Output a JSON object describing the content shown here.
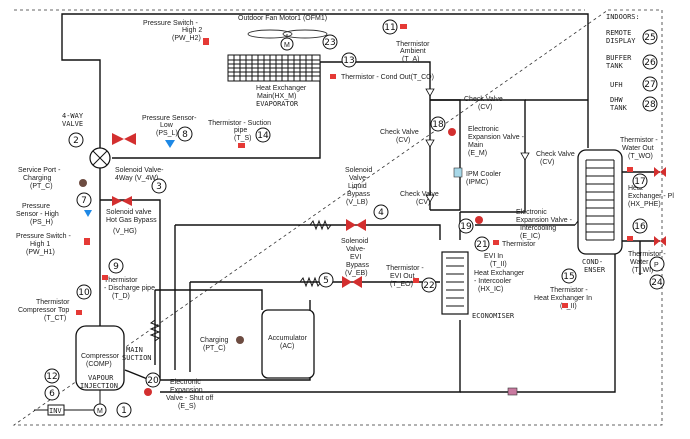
{
  "colors": {
    "sensor_red": "#e53935",
    "valve_red": "#d32f2f",
    "sensor_blue": "#1e88e5",
    "pipe": "#111111",
    "pink": "#f4b6c2",
    "brown": "#6d4c41"
  },
  "icons": {
    "fan": "fan-icon",
    "motor": "motor-m-icon",
    "valve": "bowtie-valve-icon",
    "sensor": "red-square-sensor-icon",
    "check": "check-valve-icon"
  },
  "components": {
    "ofm": {
      "label": "Outdoor Fan Motor1 (OFM1)",
      "num": "23"
    },
    "hxm": {
      "label1": "Heat Exchanger",
      "label2": "Main(HX_M)",
      "hand": "EVAPORATOR",
      "num": "13"
    },
    "ps_h2": {
      "label1": "Pressure Switch -",
      "label2": "High 2",
      "label3": "(PW_H2)"
    },
    "t_a": {
      "label1": "Thermistor",
      "label2": "Ambient",
      "label3": "(T_A)",
      "num": "11"
    },
    "t_co": {
      "label": "Thermistor - Cond Out(T_CO)"
    },
    "four_way": {
      "hand1": "4-WAY",
      "hand2": "VALVE",
      "num": "2"
    },
    "ps_l": {
      "label1": "Pressure Sensor-",
      "label2": "Low",
      "label3": "(PS_L)",
      "num": "8"
    },
    "t_s": {
      "label1": "Thermistor - Suction",
      "label2": "pipe",
      "label3": "(T_S)",
      "num": "14"
    },
    "svc": {
      "label1": "Service Port -",
      "label2": "Charging",
      "label3": "(PT_C)"
    },
    "v4w": {
      "label1": "Solenoid Valve-",
      "label2": "4Way (V_4W)",
      "num": "3"
    },
    "ps_h": {
      "label1": "Pressure",
      "label2": "Sensor - High",
      "label3": "(PS_H)",
      "num": "7"
    },
    "vhg": {
      "label1": "Solenoid valve",
      "label2": "Hot Gas Bypass",
      "label3": "(V_HG)"
    },
    "pw_h1": {
      "label1": "Pressure Switch -",
      "label2": "High 1",
      "label3": "(PW_H1)"
    },
    "t_d": {
      "label1": "Thermistor",
      "label2": "- Discharge pipe",
      "label3": "(T_D)",
      "num": "9"
    },
    "t_ct": {
      "label1": "Thermistor",
      "label2": "Compressor Top",
      "label3": "(T_CT)",
      "num": "10"
    },
    "comp": {
      "label1": "Compressor",
      "label2": "(COMP)",
      "hand1": "VAPOUR",
      "hand2": "INJECTION",
      "motor": "M",
      "num": "1"
    },
    "inv": {
      "label": "INV",
      "num1": "12",
      "num2": "6"
    },
    "main_suction": {
      "hand1": "MAIN",
      "hand2": "SUCTION"
    },
    "charging": {
      "label1": "Charging",
      "label2": "(PT_C)"
    },
    "acc": {
      "label1": "Accumulator",
      "label2": "(AC)"
    },
    "e_s": {
      "label1": "Electronic",
      "label2": "Expansion",
      "label3": "Valve - Shut off",
      "label4": "(E_S)",
      "num": "20"
    },
    "v_lb": {
      "label1": "Solenoid",
      "label2": "Valve-",
      "label3": "Liquid",
      "label4": "Bypass",
      "label5": "(V_LB)",
      "num": "4"
    },
    "v_eb": {
      "label1": "Solenoid",
      "label2": "Valve-",
      "label3": "EVI",
      "label4": "Bypass",
      "label5": "(V_EB)",
      "num": "5"
    },
    "t_eo": {
      "label1": "Thermistor -",
      "label2": "EVI Out",
      "label3": "(T_EO)",
      "num": "22"
    },
    "cv_top": {
      "label1": "Check Valve",
      "label2": "(CV)"
    },
    "cv_left": {
      "label1": "Check Valve",
      "label2": "(CV)"
    },
    "cv_right": {
      "label1": "Check Valve",
      "label2": "(CV)"
    },
    "cv_low": {
      "label1": "Check Valve",
      "label2": "(CV)"
    },
    "e_m": {
      "label1": "Electronic",
      "label2": "Expansion Valve -",
      "label3": "Main",
      "label4": "(E_M)",
      "num": "18"
    },
    "ipmc": {
      "label1": "IPM Cooler",
      "label2": "(IPMC)"
    },
    "e_ic": {
      "label1": "Electronic",
      "label2": "Expansion Valve -",
      "label3": "Intercooling",
      "label4": "(E_IC)",
      "num": "19"
    },
    "t_ii": {
      "label1": "Thermistor",
      "label2": "EVI In",
      "label3": "(T_II)",
      "num": "21"
    },
    "hx_ic": {
      "label1": "Heat Exchanger",
      "label2": "- Intercooler",
      "label3": "(HX_IC)",
      "hand": "ECONOMISER"
    },
    "t_hi": {
      "label1": "Thermistor -",
      "label2": "Heat Exchanger In",
      "label3": "(T_II)",
      "num": "15"
    },
    "hx_phe": {
      "label1": "Heat",
      "label2": "Exchanger - Pl",
      "label3": "(HX_PHE)",
      "hand1": "COND-",
      "hand2": "ENSER"
    },
    "t_wo": {
      "label1": "Thermistor -",
      "label2": "Water Out",
      "label3": "(T_WO)",
      "num": "17"
    },
    "t_wi": {
      "label1": "Thermistor -",
      "label2": "Water In",
      "label3": "(T_WI)",
      "num": "16"
    },
    "pump": {
      "label": "P",
      "num": "24"
    }
  },
  "indoors": {
    "title": "INDOORS:",
    "items": [
      {
        "label1": "REMOTE",
        "label2": "DISPLAY",
        "num": "25"
      },
      {
        "label1": "BUFFER",
        "label2": "TANK",
        "num": "26"
      },
      {
        "label1": "UFH",
        "label2": "",
        "num": "27"
      },
      {
        "label1": "DHW",
        "label2": "TANK",
        "num": "28"
      }
    ]
  }
}
